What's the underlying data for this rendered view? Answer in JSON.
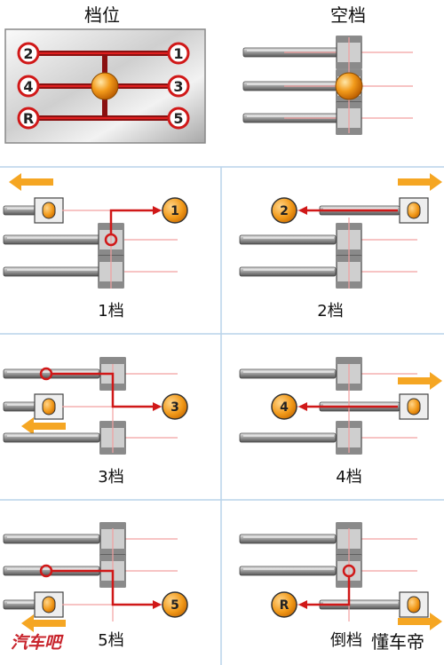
{
  "header": {
    "left_title": "档位",
    "right_title": "空档"
  },
  "pattern_labels": [
    "2",
    "1",
    "4",
    "3",
    "R",
    "5"
  ],
  "panels": [
    {
      "label": "1档",
      "gear_badge": "1"
    },
    {
      "label": "2档",
      "gear_badge": "2"
    },
    {
      "label": "3档",
      "gear_badge": "3"
    },
    {
      "label": "4档",
      "gear_badge": "4"
    },
    {
      "label": "5档",
      "gear_badge": "5"
    },
    {
      "label": "倒档",
      "gear_badge": "R"
    }
  ],
  "watermarks": {
    "left": "汽车吧",
    "right": "懂车帝"
  },
  "colors": {
    "red": "#d01818",
    "orange": "#f5a623",
    "gray": "#9a9a9a",
    "grid": "#b9d3ea"
  }
}
